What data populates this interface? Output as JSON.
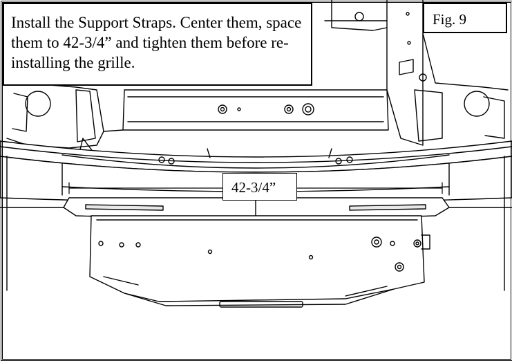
{
  "instruction_text": "Install the Support Straps.  Center them, space them to 42-3/4” and tighten them before re-installing the grille.",
  "figure_label": "Fig. 9",
  "dimension_label": "42-3/4”",
  "colors": {
    "line": "#000000",
    "fill": "#ffffff",
    "shade": "#e8e8e8"
  }
}
